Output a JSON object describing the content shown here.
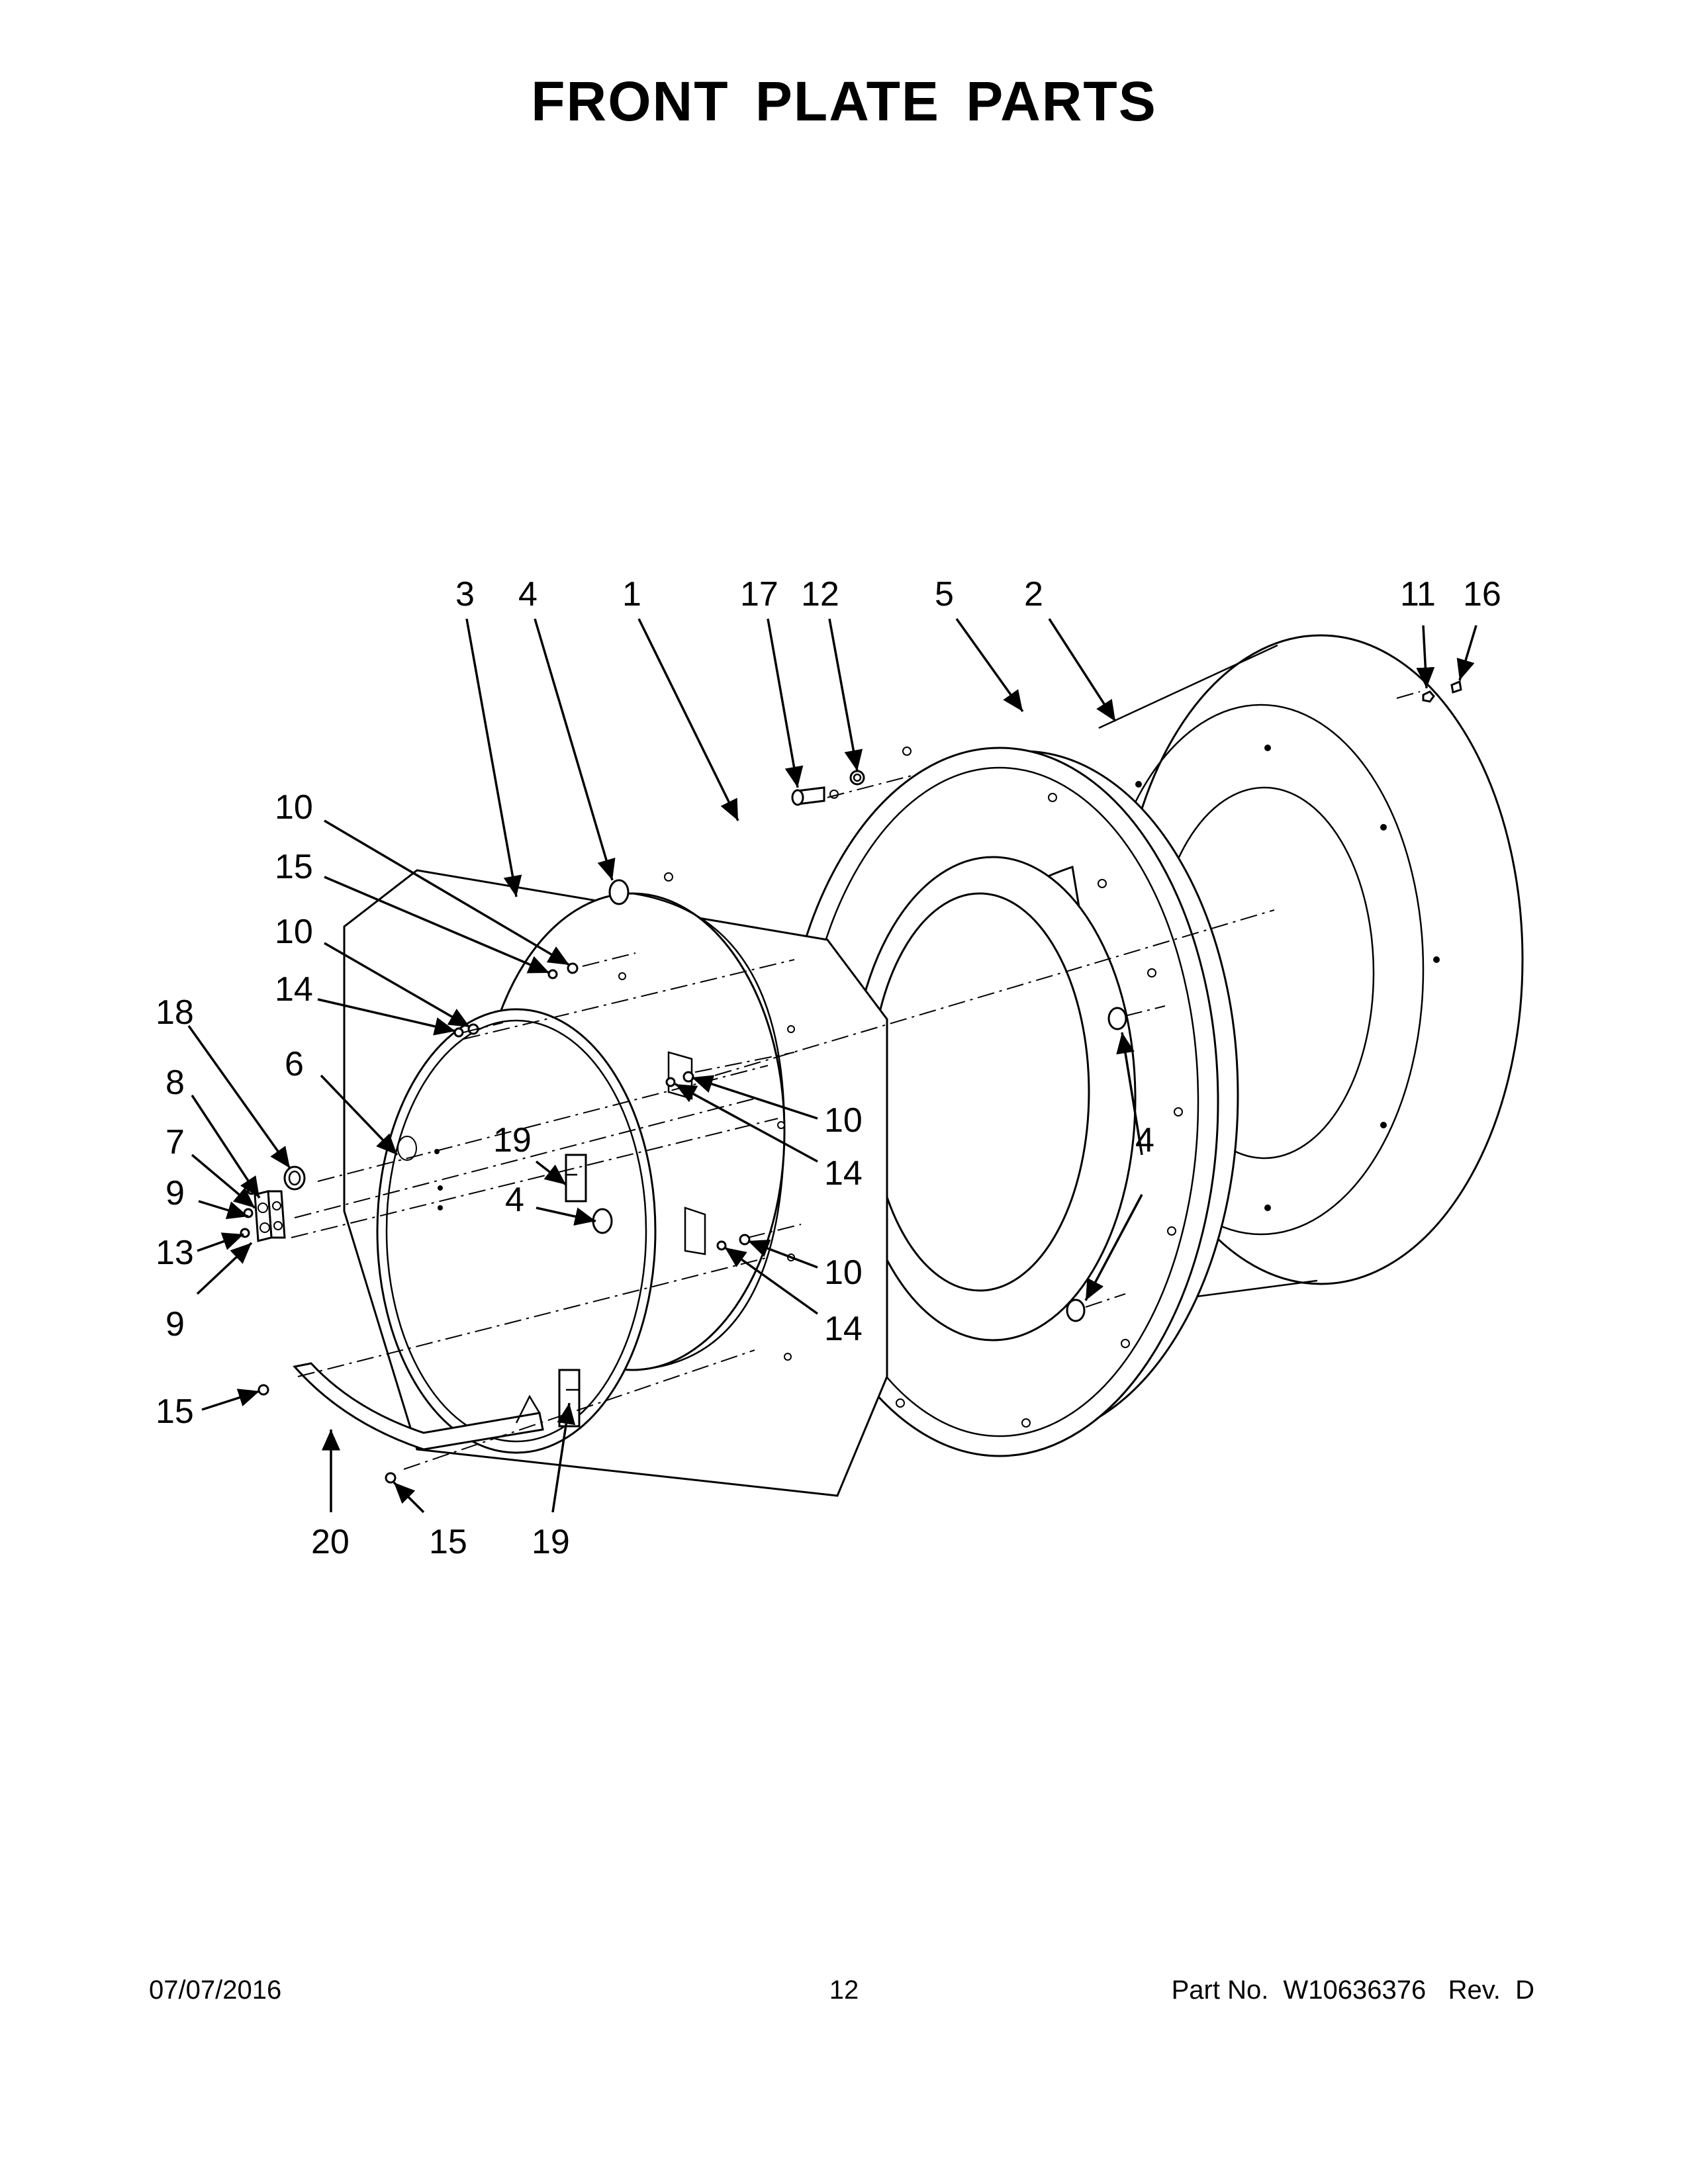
{
  "title": "FRONT PLATE PARTS",
  "footer": {
    "date": "07/07/2016",
    "page_number": "12",
    "part_number": "Part No.  W10636376   Rev.  D"
  },
  "callouts": [
    {
      "id": "c-3",
      "label": "3"
    },
    {
      "id": "c-4a",
      "label": "4"
    },
    {
      "id": "c-1",
      "label": "1"
    },
    {
      "id": "c-17",
      "label": "17"
    },
    {
      "id": "c-12",
      "label": "12"
    },
    {
      "id": "c-5",
      "label": "5"
    },
    {
      "id": "c-2",
      "label": "2"
    },
    {
      "id": "c-11",
      "label": "11"
    },
    {
      "id": "c-16",
      "label": "16"
    },
    {
      "id": "c-10a",
      "label": "10"
    },
    {
      "id": "c-15a",
      "label": "15"
    },
    {
      "id": "c-10b",
      "label": "10"
    },
    {
      "id": "c-14a",
      "label": "14"
    },
    {
      "id": "c-18",
      "label": "18"
    },
    {
      "id": "c-6",
      "label": "6"
    },
    {
      "id": "c-8",
      "label": "8"
    },
    {
      "id": "c-7",
      "label": "7"
    },
    {
      "id": "c-9a",
      "label": "9"
    },
    {
      "id": "c-13",
      "label": "13"
    },
    {
      "id": "c-9b",
      "label": "9"
    },
    {
      "id": "c-19a",
      "label": "19"
    },
    {
      "id": "c-4b",
      "label": "4"
    },
    {
      "id": "c-10c",
      "label": "10"
    },
    {
      "id": "c-14b",
      "label": "14"
    },
    {
      "id": "c-4c",
      "label": "4"
    },
    {
      "id": "c-10d",
      "label": "10"
    },
    {
      "id": "c-14c",
      "label": "14"
    },
    {
      "id": "c-15b",
      "label": "15"
    },
    {
      "id": "c-20",
      "label": "20"
    },
    {
      "id": "c-15c",
      "label": "15"
    },
    {
      "id": "c-19b",
      "label": "19"
    }
  ]
}
